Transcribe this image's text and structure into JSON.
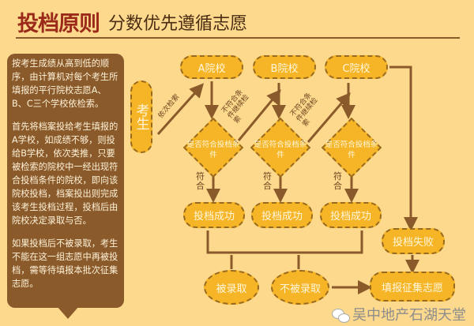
{
  "header": {
    "title": "投档原则",
    "subtitle": "分数优先遵循志愿"
  },
  "panel": {
    "paragraphs": [
      "按考生成绩从高到低的顺序，由计算机对每个考生所填报的平行院校志愿A、B、C三个学校依检索。",
      "首先将档案投给考生填报的A学校，如成绩不够，则投给B学校，依次类推，只要被检索的院校中一经出现符合投档条件的院校，即向该院校投档，档案投出则完成该考生投档过程，投档后由院校决定录取与否。",
      "如果投档后不被录取，考生不能在这一组志愿中再被投档，需等待填报本批次征集志愿。"
    ]
  },
  "flow": {
    "student": "考生",
    "search_label": "依次检索",
    "schools": [
      "A院校",
      "B院校",
      "C院校"
    ],
    "check": "是否符合投档条件",
    "not_match": "不符合条件继续检索",
    "match": "符合",
    "success": "投档成功",
    "fail": "投档失败",
    "admitted": "被录取",
    "not_admitted": "不被录取",
    "supplement": "填报征集志愿"
  },
  "watermark": "吴中地产石湖天堂",
  "colors": {
    "background": "#fcd98c",
    "brown": "#8a5a2b",
    "gold": "#f5b526",
    "title": "#9b2a1a"
  }
}
